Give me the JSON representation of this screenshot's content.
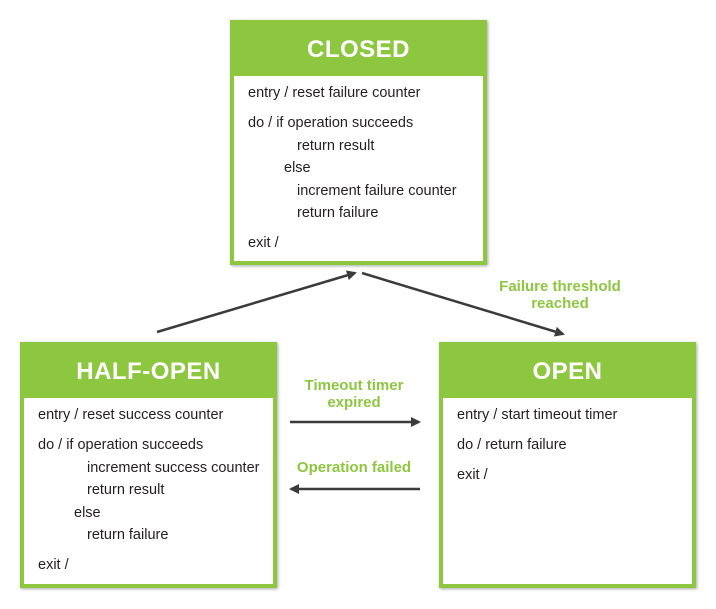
{
  "states": {
    "closed": {
      "title": "CLOSED",
      "entry": "entry / reset failure counter",
      "do": "do / if operation succeeds",
      "do_success": "return result",
      "else": "else",
      "else_1": "increment failure counter",
      "else_2": "return failure",
      "exit": "exit /"
    },
    "half_open": {
      "title": "HALF-OPEN",
      "entry": "entry / reset success counter",
      "do": "do / if operation succeeds",
      "do_success_1": "increment success counter",
      "do_success_2": "return result",
      "else": "else",
      "else_1": "return failure",
      "exit": "exit /"
    },
    "open": {
      "title": "OPEN",
      "entry": "entry / start timeout timer",
      "do": "do / return failure",
      "exit": "exit /"
    }
  },
  "transitions": {
    "failure_threshold": {
      "line1": "Failure threshold",
      "line2": "reached"
    },
    "timeout_expired": {
      "line1": "Timeout timer",
      "line2": "expired"
    },
    "operation_failed": {
      "line1": "Operation failed"
    }
  },
  "colors": {
    "accent_green": "#8dc63f",
    "arrow": "#3b3b3b",
    "text": "#231f20"
  }
}
